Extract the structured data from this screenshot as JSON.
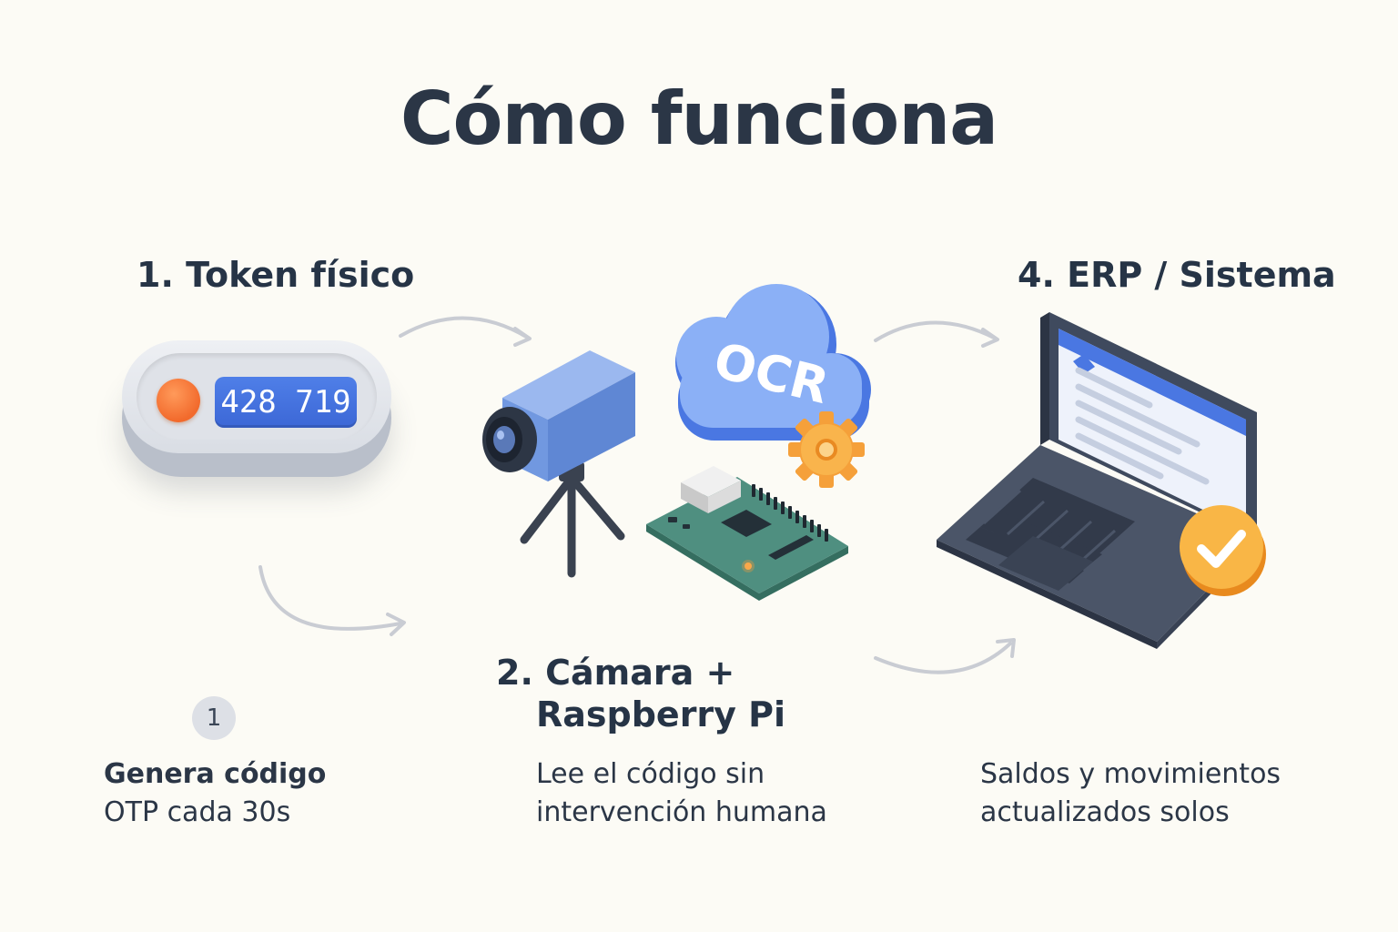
{
  "title": "Cómo funciona",
  "steps": {
    "token": {
      "title": "1. Token físico",
      "otp_code": "428 719",
      "badge": "1",
      "desc_line1": "Genera código",
      "desc_line2": "OTP cada 30s"
    },
    "camera": {
      "title_line1": "2. Cámara +",
      "title_line2": "Raspberry Pi",
      "cloud_label": "OCR",
      "desc_line1": "Lee el código sin",
      "desc_line2": "intervención humana"
    },
    "erp": {
      "title": "4. ERP / Sistema",
      "desc_line1": "Saldos y movimientos",
      "desc_line2": "actualizados solos"
    }
  },
  "colors": {
    "background": "#fcfbf5",
    "text": "#263446",
    "accent_blue": "#4f7fe8",
    "accent_orange": "#f5a03a",
    "arrow": "#c9ccd3",
    "board_green": "#4f8f80"
  },
  "icons": [
    "otp-token-icon",
    "camera-icon",
    "ocr-cloud-icon",
    "gear-icon",
    "raspberry-pi-icon",
    "laptop-icon",
    "checkmark-icon",
    "arrow-icon"
  ]
}
